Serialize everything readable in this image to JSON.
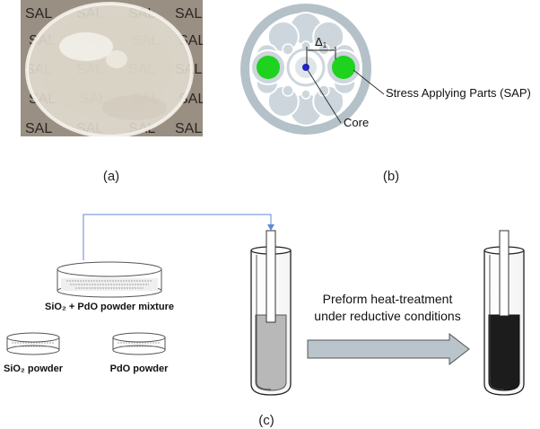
{
  "panel_a": {
    "caption": "(a)",
    "watermark": "SAL",
    "colors": {
      "background": "#9a8f83",
      "disc": "#ddd8cc",
      "watermark_text": "#2b2622"
    }
  },
  "panel_b": {
    "caption": "(b)",
    "delta_label": "Δ",
    "delta_subscript": "1",
    "sap_label": "Stress Applying Parts (SAP)",
    "core_label": "Core",
    "colors": {
      "fiber": "#b5c1c8",
      "rods": "#cdd6dc",
      "sap": "#1ed21e",
      "core": "#2323c8",
      "outline": "#ffffff"
    }
  },
  "panel_c": {
    "caption": "(c)",
    "mixture_label": "SiO₂ + PdO powder mixture",
    "sio2_label": "SiO₂ powder",
    "pdo_label": "PdO powder",
    "process_line1": "Preform heat-treatment",
    "process_line2": "under reductive conditions",
    "colors": {
      "arrow": "#b9c4cb",
      "feed_line": "#5b8bd6",
      "powder_fill": "#b8b8b8",
      "treated_fill": "#1c1c1c"
    }
  }
}
